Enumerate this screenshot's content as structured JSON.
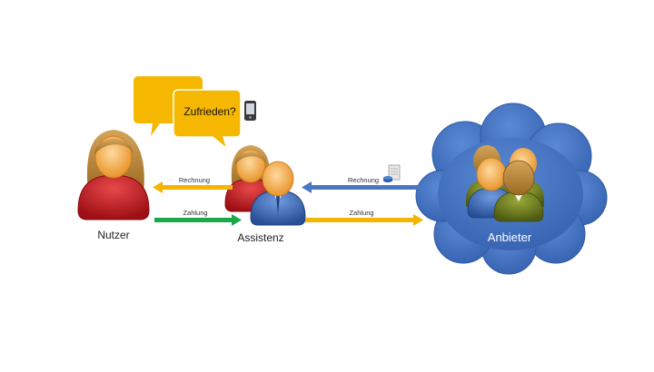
{
  "bubble": {
    "text": "Zufrieden?"
  },
  "actors": {
    "user": "Nutzer",
    "assistant": "Assistenz",
    "provider": "Anbieter"
  },
  "flows": {
    "invoice_left": "Rechnung",
    "payment_left": "Zahlung",
    "invoice_right": "Rechnung",
    "payment_right": "Zahlung"
  },
  "colors": {
    "bubble": "#f5b700",
    "invoice_left_arrow": "#f5b400",
    "payment_left_arrow": "#1aa84a",
    "invoice_right_arrow": "#4a77c4",
    "payment_right_arrow": "#f5b400",
    "cloud": "#4a78c8",
    "female_dress": "#c0191e",
    "male_suit": "#3b6db8",
    "olive_suit": "#6e7d1e"
  },
  "icons": [
    "speech-bubble-icon",
    "phone-icon",
    "document-server-icon",
    "person-icon",
    "group-icon",
    "cloud-icon"
  ]
}
